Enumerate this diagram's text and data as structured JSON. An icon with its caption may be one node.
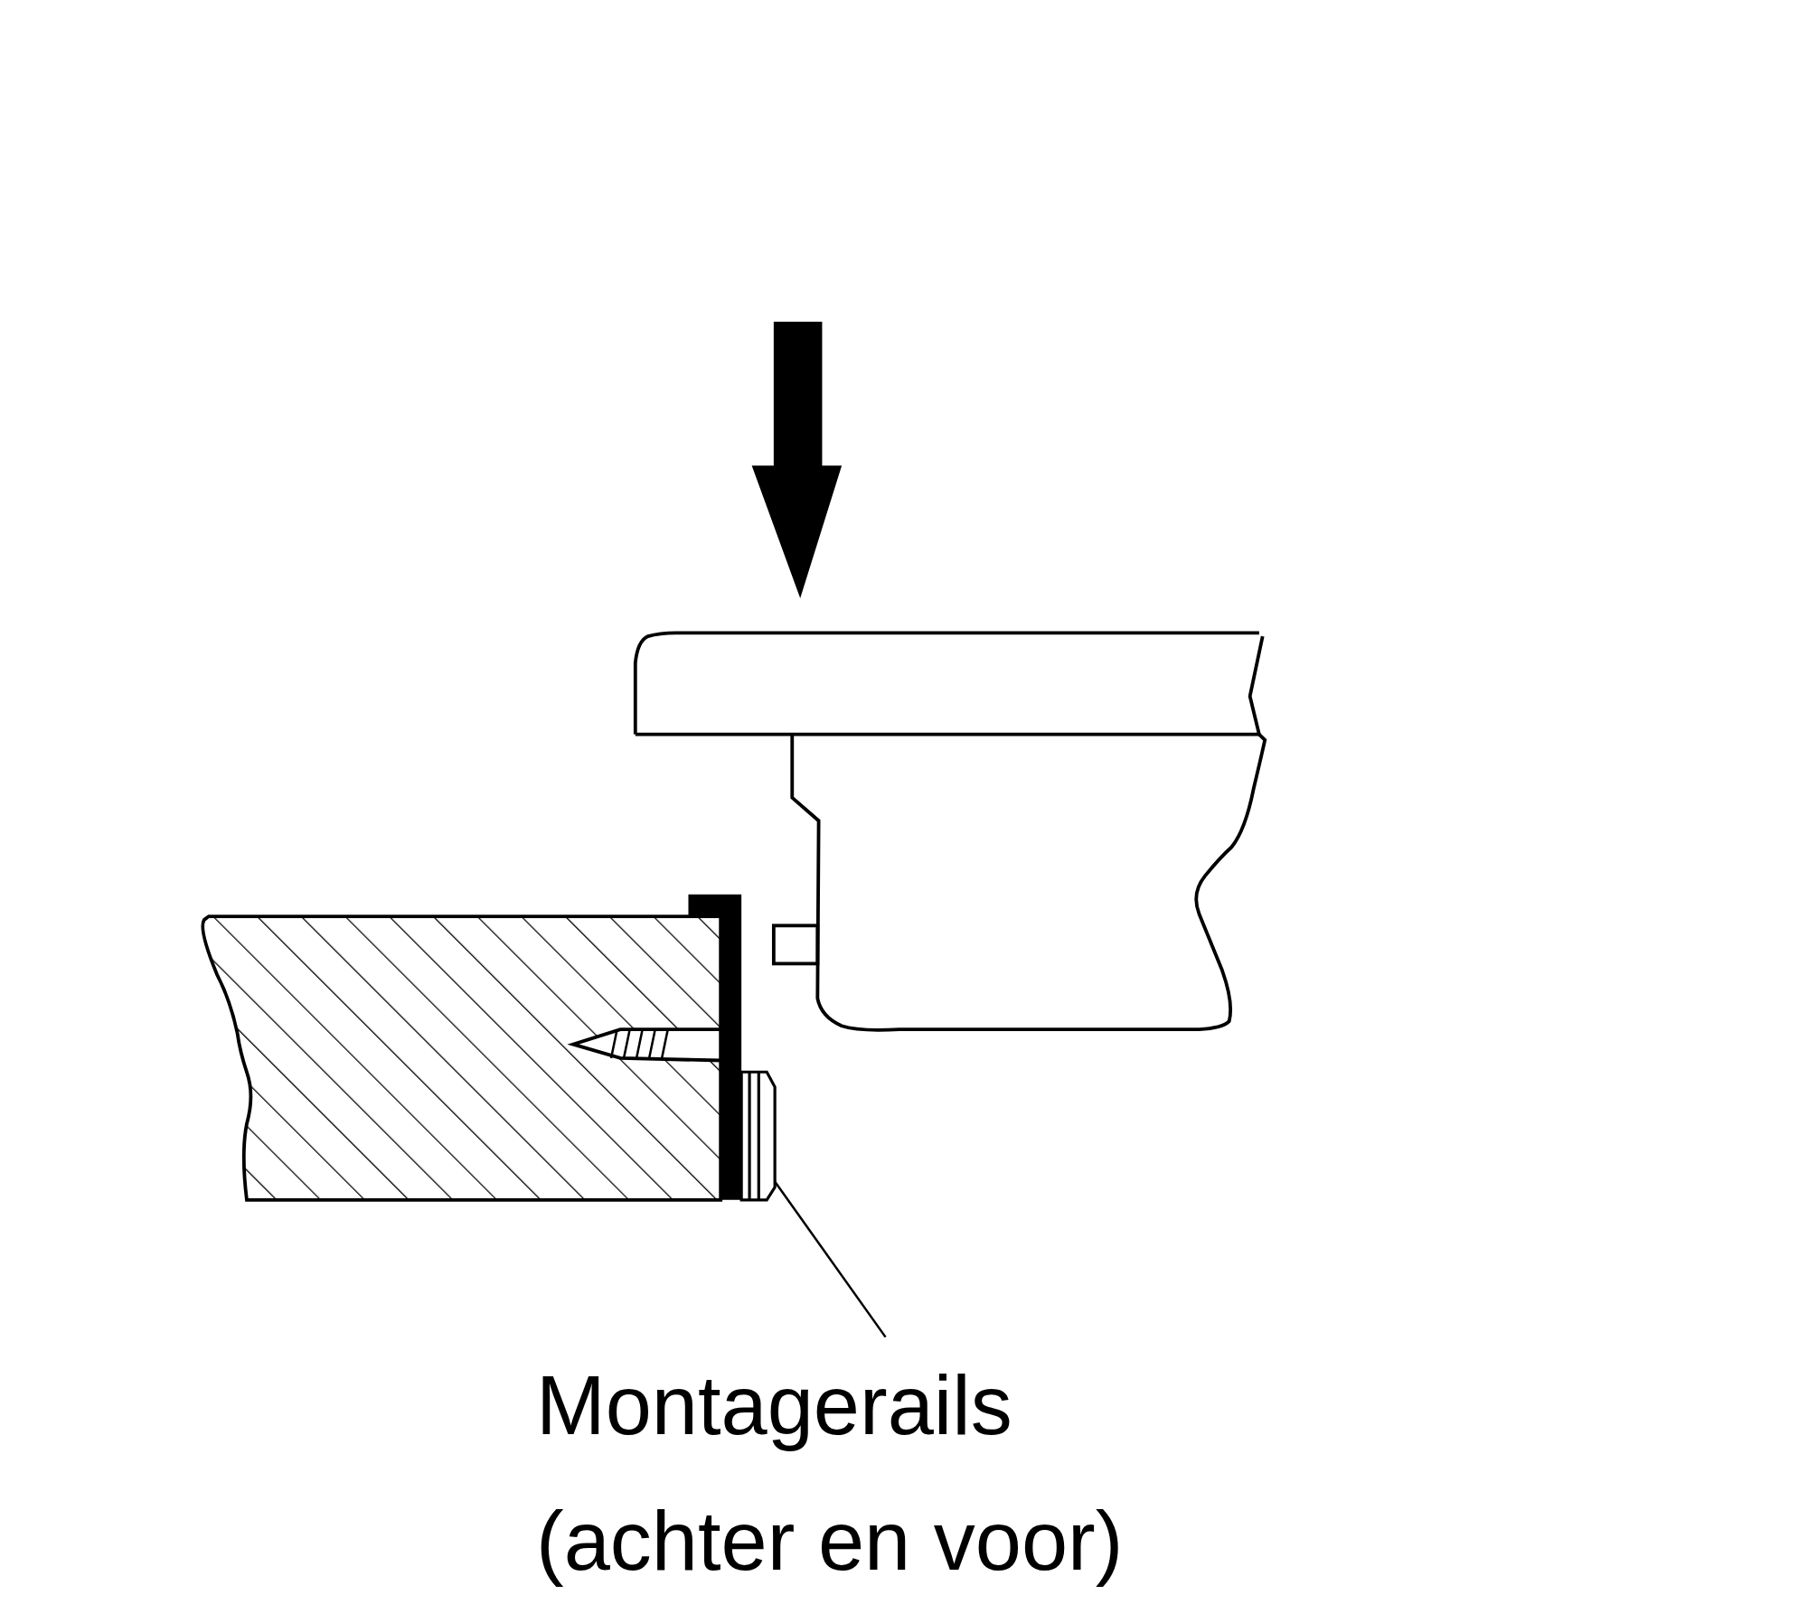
{
  "diagram": {
    "nodes": [
      {
        "text": [
          "Montagerails (achter en voor)"
        ]
      },
      {
        "text": [],
        "shape": "bar"
      }
    ],
    "edges": [
      {
        "from": 0,
        "to": 1,
        "arrow": "none"
      }
    ]
  }
}
